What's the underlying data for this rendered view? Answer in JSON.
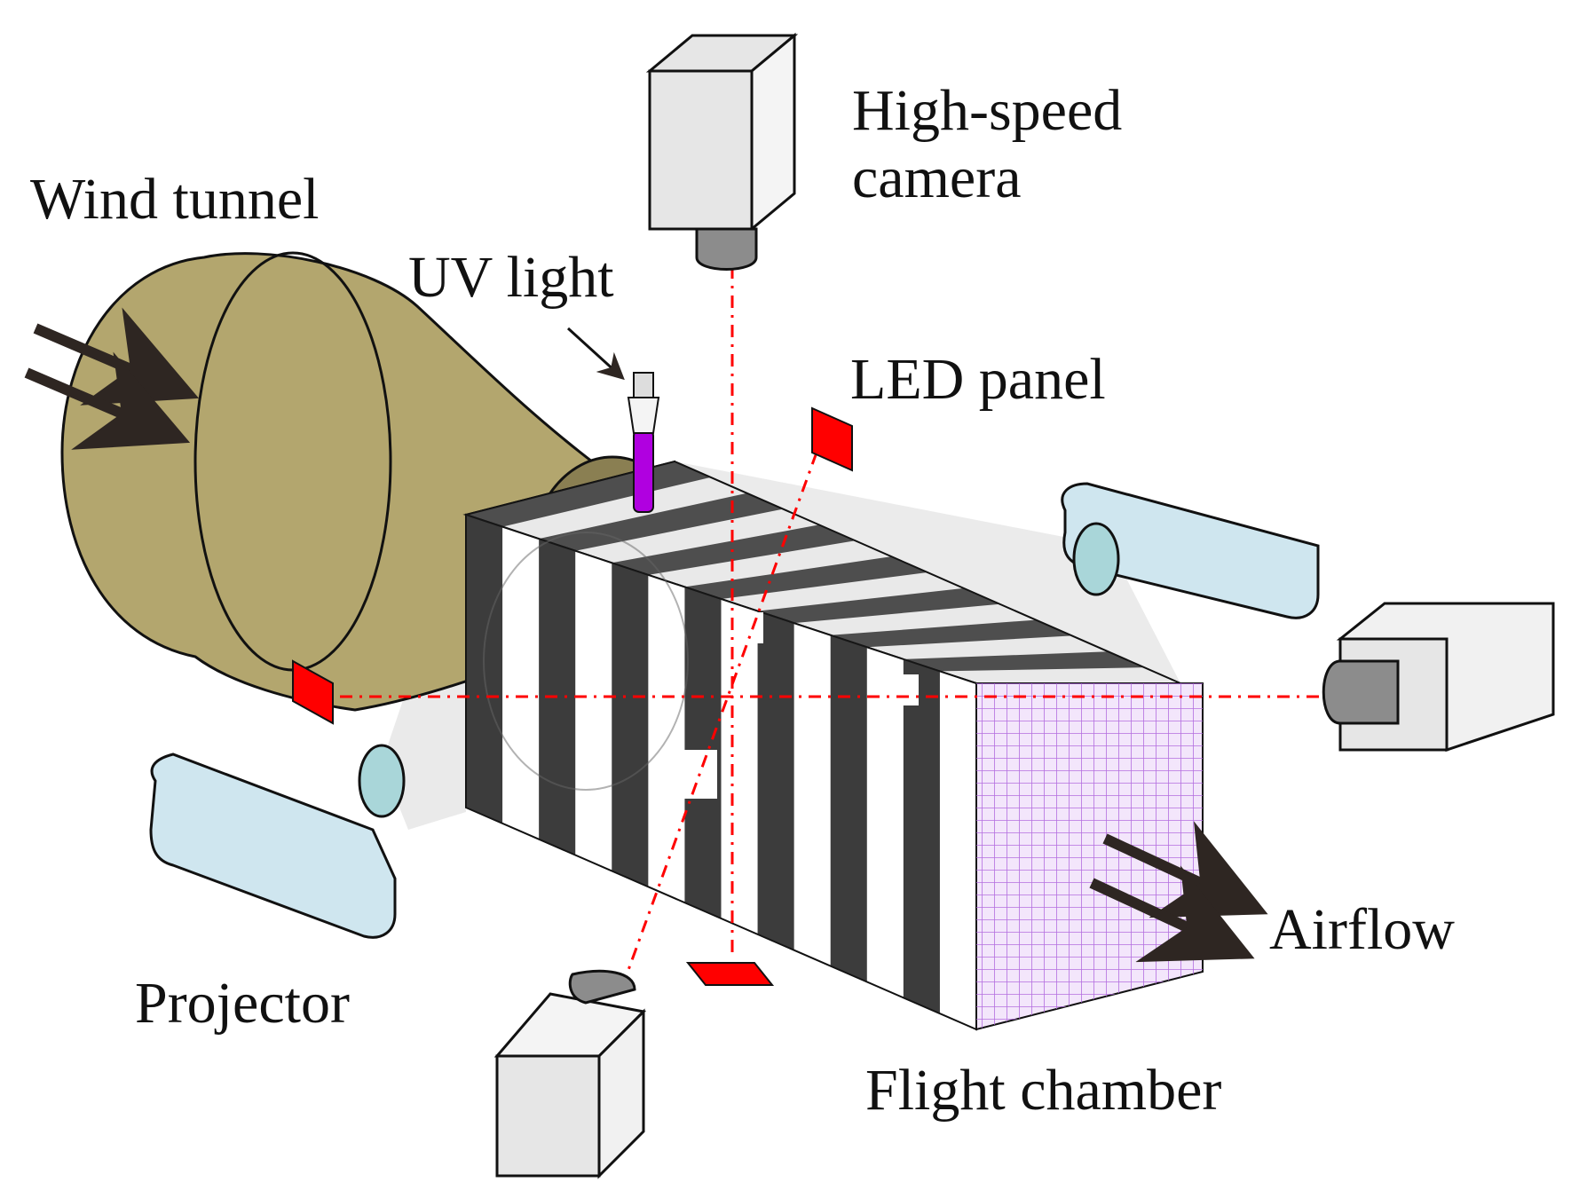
{
  "labels": {
    "wind_tunnel": "Wind tunnel",
    "uv_light": "UV light",
    "high_speed_camera_line1": "High-speed",
    "high_speed_camera_line2": "camera",
    "led_panel": "LED panel",
    "projector": "Projector",
    "airflow": "Airflow",
    "flight_chamber": "Flight chamber"
  },
  "colors": {
    "tunnel_fill": "#b3a66e",
    "tunnel_inner": "#8a7f52",
    "camera_body": "#e6e6e6",
    "camera_lens": "#8c8c8c",
    "projector_body": "#cfe6ef",
    "projector_lens": "#a9d6d9",
    "led_panel": "#ff0000",
    "laser_line": "#ff0000",
    "uv_tube": "#b000e0",
    "grid": "#b46ee0",
    "arrow": "#2e2622"
  },
  "stripe_count": 14
}
